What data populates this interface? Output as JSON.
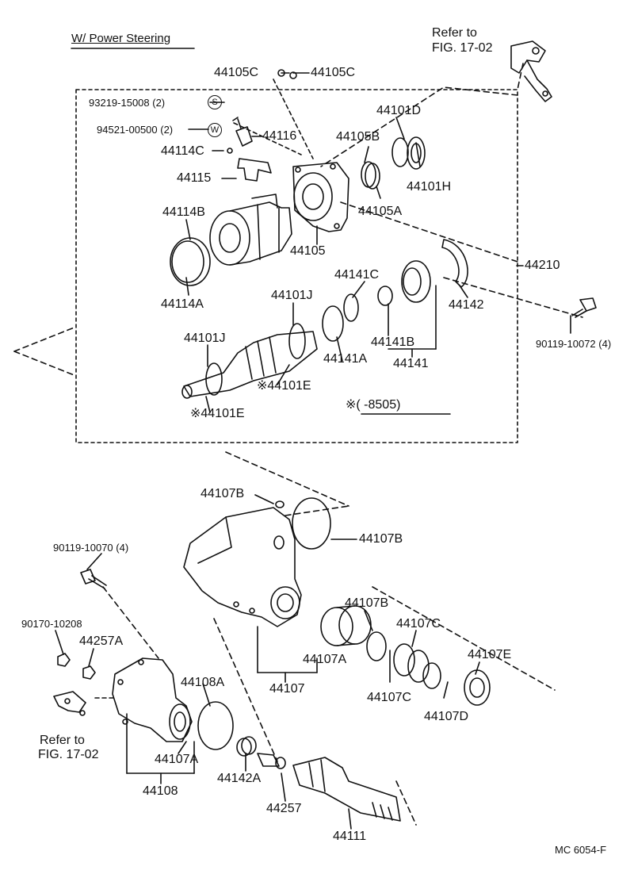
{
  "header": {
    "title": "W/ Power Steering"
  },
  "refs": {
    "top_line1": "Refer to",
    "top_line2": "FIG. 17-02",
    "bottom_line1": "Refer to",
    "bottom_line2": "FIG. 17-02"
  },
  "parts": {
    "p44105C_a": "44105C",
    "p44105C_b": "44105C",
    "p93219": "93219-15008 (2)",
    "p94521": "94521-00500 (2)",
    "p44116": "44116",
    "p44114C": "44114C",
    "p44115": "44115",
    "p44101D": "44101D",
    "p44105B": "44105B",
    "p44101H": "44101H",
    "p44105A": "44105A",
    "p44114B": "44114B",
    "p44105": "44105",
    "p44210": "44210",
    "p44141C": "44141C",
    "p44101J_a": "44101J",
    "p44114A": "44114A",
    "p44142": "44142",
    "p90119_10072": "90119-10072 (4)",
    "p44101J_b": "44101J",
    "p44141B": "44141B",
    "p44141A": "44141A",
    "p44141": "44141",
    "p44101E_a": "※44101E",
    "p44101E_b": "※44101E",
    "note_8505": "※(        -8505)",
    "p44107B_a": "44107B",
    "p44107B_b": "44107B",
    "p90119_10070": "90119-10070 (4)",
    "p44107B_c": "44107B",
    "p90170": "90170-10208",
    "p44257A": "44257A",
    "p44107C_a": "44107C",
    "p44107E": "44107E",
    "p44107A_a": "44107A",
    "p44108A": "44108A",
    "p44107": "44107",
    "p44107C_b": "44107C",
    "p44107D": "44107D",
    "p44107A_b": "44107A",
    "p44142A": "44142A",
    "p44108": "44108",
    "p44257": "44257",
    "p44111": "44111"
  },
  "symbols": {
    "s_mark": "S",
    "w_mark": "W"
  },
  "footer": {
    "code": "MC  6054-F"
  }
}
